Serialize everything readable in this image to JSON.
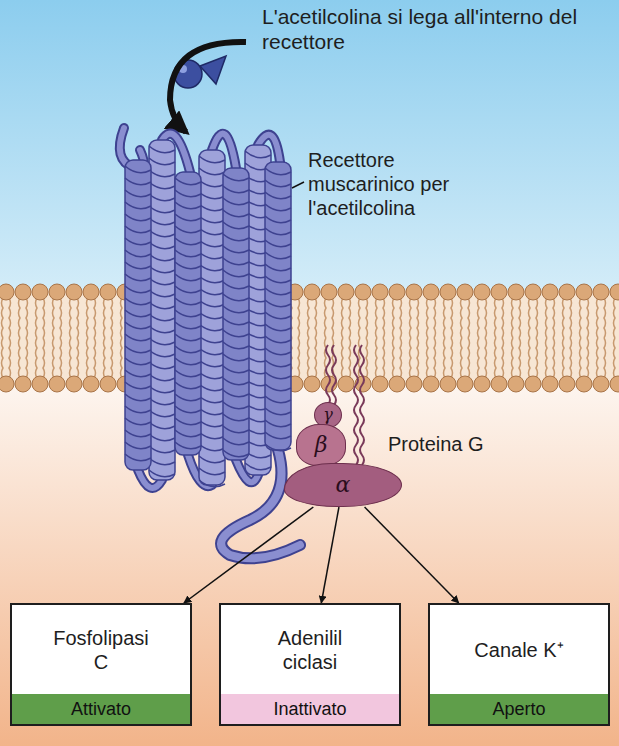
{
  "diagram": {
    "nodes": [
      {
        "text": [
          "γ"
        ]
      },
      {
        "text": [
          "β"
        ]
      },
      {
        "text": [
          "α"
        ]
      },
      {
        "text": [
          "Fosfolipasi C",
          "Attivato"
        ]
      },
      {
        "text": [
          "Adenilil ciclasi",
          "Inattivato"
        ]
      },
      {
        "text": [
          "Canale K⁺",
          "Aperto"
        ]
      }
    ],
    "edges": [
      {
        "from": 2,
        "to": 3,
        "arrow": "to"
      },
      {
        "from": 2,
        "to": 4,
        "arrow": "to"
      },
      {
        "from": 2,
        "to": 5,
        "arrow": "to"
      }
    ],
    "labels": [
      "L'acetilcolina si lega all'interno del recettore",
      "Recettore muscarinico per l'acetilcolina",
      "Proteina G"
    ]
  }
}
